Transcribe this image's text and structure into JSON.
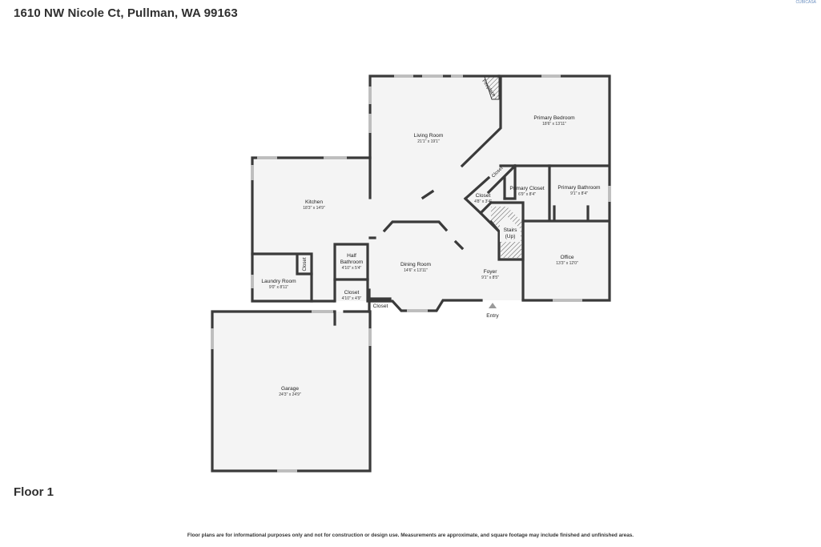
{
  "header": {
    "address": "1610 NW Nicole Ct, Pullman, WA 99163"
  },
  "brand": "CUBICASA",
  "floor": {
    "label": "Floor 1"
  },
  "footer": {
    "disclaimer": "Floor plans are for informational purposes only and not for construction or design use. Measurements are approximate, and square footage may include finished and unfinished areas."
  },
  "entry": {
    "label": "Entry"
  },
  "rooms": {
    "fireplace": {
      "name": "Fireplace"
    },
    "living_room": {
      "name": "Living Room",
      "dims": "21'1\" x 19'1\""
    },
    "primary_bedroom": {
      "name": "Primary Bedroom",
      "dims": "18'6\" x 13'11\""
    },
    "closet_upper": {
      "name": "Closet"
    },
    "primary_closet": {
      "name": "Primary Closet",
      "dims": "6'9\" x 8'4\""
    },
    "primary_bathroom": {
      "name": "Primary Bathroom",
      "dims": "9'1\" x 8'4\""
    },
    "closet_mid": {
      "name": "Closet",
      "dims": "4'8\" x 3'4\""
    },
    "stairs": {
      "name": "Stairs",
      "sub": "(Up)"
    },
    "kitchen": {
      "name": "Kitchen",
      "dims": "18'3\" x 14'9\""
    },
    "closet_laundry": {
      "name": "Closet"
    },
    "laundry_room": {
      "name": "Laundry Room",
      "dims": "9'0\" x 8'11\""
    },
    "half_bathroom": {
      "name": "Half Bathroom",
      "dims": "4'10\" x 5'4\""
    },
    "closet_lower": {
      "name": "Closet",
      "dims": "4'10\" x 4'9\""
    },
    "closet_hall": {
      "name": "Closet"
    },
    "dining_room": {
      "name": "Dining Room",
      "dims": "14'6\" x 13'11\""
    },
    "foyer": {
      "name": "Foyer",
      "dims": "9'1\" x 8'5\""
    },
    "office": {
      "name": "Office",
      "dims": "13'3\" x 12'0\""
    },
    "garage": {
      "name": "Garage",
      "dims": "24'3\" x 24'9\""
    }
  }
}
